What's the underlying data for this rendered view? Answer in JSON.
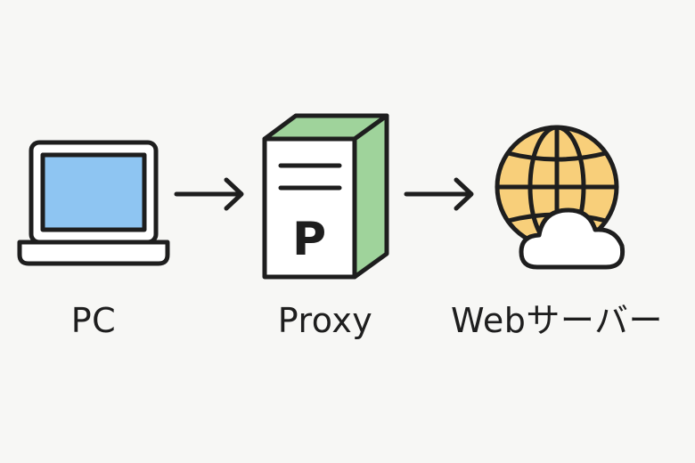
{
  "nodes": [
    {
      "id": "pc",
      "label": "PC",
      "icon": "laptop-icon"
    },
    {
      "id": "proxy",
      "label": "Proxy",
      "icon": "proxy-server-icon",
      "glyph": "P"
    },
    {
      "id": "web",
      "label": "Webサーバー",
      "icon": "globe-cloud-icon"
    }
  ],
  "edges": [
    {
      "from": "pc",
      "to": "proxy"
    },
    {
      "from": "proxy",
      "to": "web"
    }
  ],
  "colors": {
    "stroke": "#1e1e1e",
    "screen": "#8ec5f2",
    "server_side": "#9fd39b",
    "globe": "#f8cf7a",
    "cloud": "#ffffff",
    "background": "#f7f7f5"
  }
}
